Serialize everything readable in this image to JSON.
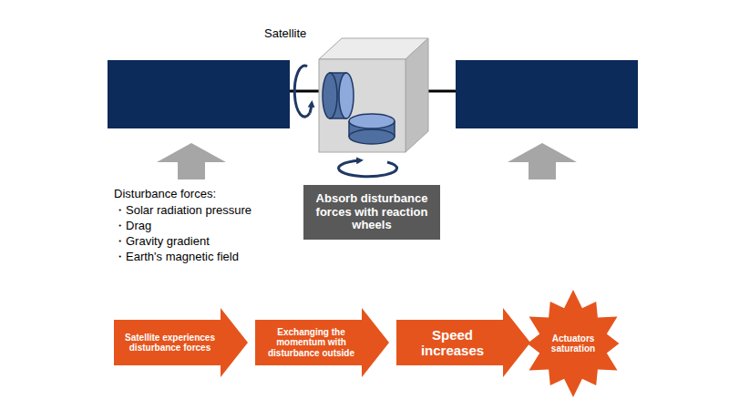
{
  "diagram": {
    "nodes": [
      {
        "text": [
          "Absorb disturbance forces with reaction wheels"
        ]
      },
      {
        "text": [
          "Satellite experiences disturbance forces"
        ]
      },
      {
        "text": [
          "Exchanging the momentum with disturbance outside"
        ]
      },
      {
        "text": [
          "Speed increases"
        ]
      },
      {
        "text": [
          "Actuators saturation"
        ]
      }
    ],
    "labels": [
      "Satellite",
      "Disturbance forces:",
      "・Solar radiation pressure",
      "・Drag",
      "・Gravity gradient",
      "・Earth's magnetic field"
    ]
  }
}
